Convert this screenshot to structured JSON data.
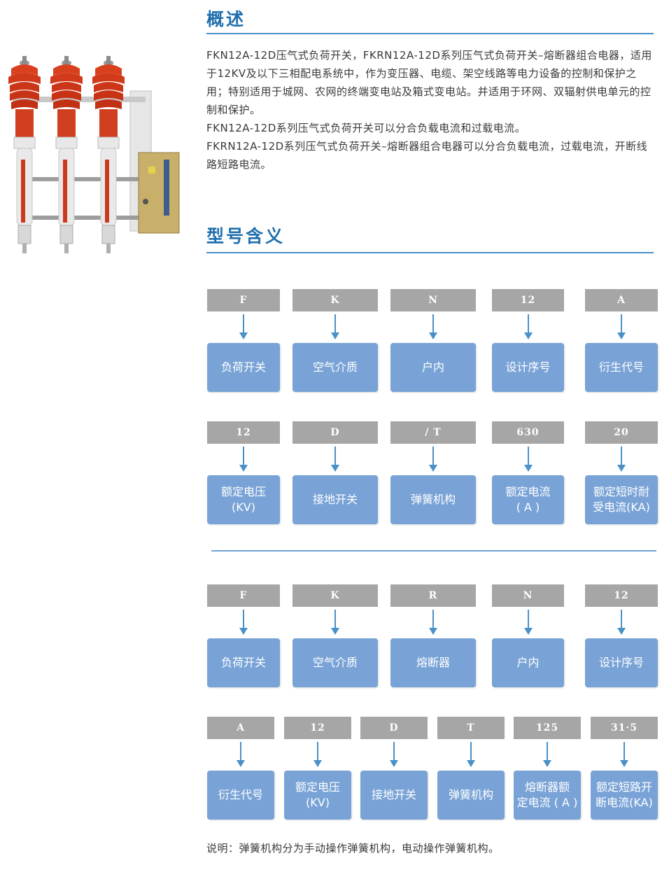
{
  "section_overview": {
    "title": "概述",
    "paragraphs": [
      "FKN12A-12D压气式负荷开关，FKRN12A-12D系列压气式负荷开关–熔断器组合电器，适用于12KV及以下三相配电系统中，作为变压器、电缆、架空线路等电力设备的控制和保护之用；特别适用于城网、农网的终端变电站及箱式变电站。并适用于环网、双辐射供电单元的控制和保护。",
      "FKN12A-12D系列压气式负荷开关可以分合负载电流和过载电流。",
      "FKRN12A-12D系列压气式负荷开关–熔断器组合电器可以分合负载电流，过载电流，开断线路短路电流。"
    ]
  },
  "section_model": {
    "title": "型号含义"
  },
  "diagram1": {
    "row1": [
      {
        "code": "F",
        "meaning": [
          "负荷开关"
        ]
      },
      {
        "code": "K",
        "meaning": [
          "空气介质"
        ]
      },
      {
        "code": "N",
        "meaning": [
          "户内"
        ]
      },
      {
        "code": "12",
        "meaning": [
          "设计序号"
        ]
      },
      {
        "code": "A",
        "meaning": [
          "衍生代号"
        ]
      }
    ],
    "row2": [
      {
        "code": "12",
        "meaning": [
          "额定电压",
          "(KV)"
        ]
      },
      {
        "code": "D",
        "meaning": [
          "接地开关"
        ]
      },
      {
        "code": "/ T",
        "meaning": [
          "弹簧机构"
        ]
      },
      {
        "code": "630",
        "meaning": [
          "额定电流",
          "( A )"
        ]
      },
      {
        "code": "20",
        "meaning": [
          "额定短时耐",
          "受电流(KA)"
        ]
      }
    ]
  },
  "diagram2": {
    "row1": [
      {
        "code": "F",
        "meaning": [
          "负荷开关"
        ]
      },
      {
        "code": "K",
        "meaning": [
          "空气介质"
        ]
      },
      {
        "code": "R",
        "meaning": [
          "熔断器"
        ]
      },
      {
        "code": "N",
        "meaning": [
          "户内"
        ]
      },
      {
        "code": "12",
        "meaning": [
          "设计序号"
        ]
      }
    ],
    "row2": [
      {
        "code": "A",
        "meaning": [
          "衍生代号"
        ]
      },
      {
        "code": "12",
        "meaning": [
          "额定电压",
          "(KV)"
        ]
      },
      {
        "code": "D",
        "meaning": [
          "接地开关"
        ]
      },
      {
        "code": "T",
        "meaning": [
          "弹簧机构"
        ]
      },
      {
        "code": "125",
        "meaning": [
          "熔断器额",
          "定电流 ( A )"
        ]
      },
      {
        "code": "31·5",
        "meaning": [
          "额定短路开",
          "断电流(KA)"
        ]
      }
    ]
  },
  "note": "说明：弹簧机构分为手动操作弹簧机构，电动操作弹簧机构。",
  "colors": {
    "heading": "#1f6fae",
    "code_box": "#a6a6a6",
    "meaning_box": "#79a3d6",
    "arrow": "#4a91c7",
    "insulator": "#d23a1c"
  },
  "icons": {
    "product_image": "load-break-switch-photo-icon"
  }
}
